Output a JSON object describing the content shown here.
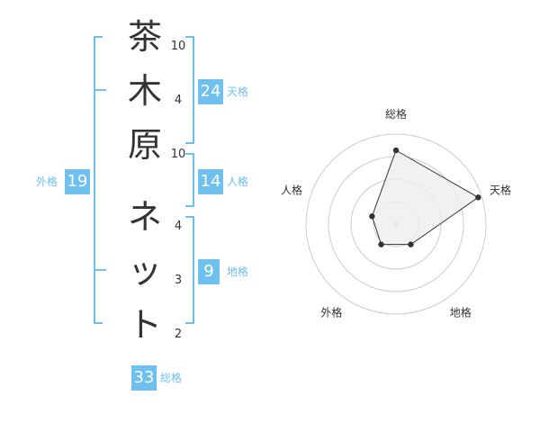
{
  "name": {
    "characters": [
      {
        "char": "茶",
        "strokes": "10"
      },
      {
        "char": "木",
        "strokes": "4"
      },
      {
        "char": "原",
        "strokes": "10"
      },
      {
        "char": "ネ",
        "strokes": "4"
      },
      {
        "char": "ッ",
        "strokes": "3"
      },
      {
        "char": "ト",
        "strokes": "2"
      }
    ]
  },
  "fortune": {
    "tenkaku": {
      "value": "24",
      "label": "天格"
    },
    "jinkaku": {
      "value": "14",
      "label": "人格"
    },
    "chikaku": {
      "value": "9",
      "label": "地格"
    },
    "gaikaku": {
      "value": "19",
      "label": "外格"
    },
    "soukaku": {
      "value": "33",
      "label": "総格"
    }
  },
  "chart_data": {
    "type": "radar",
    "axes": [
      "総格",
      "天格",
      "地格",
      "外格",
      "人格"
    ],
    "values": [
      0.82,
      0.96,
      0.28,
      0.28,
      0.28
    ],
    "rings": 4
  },
  "colors": {
    "accent": "#6ec1ee",
    "text": "#333333",
    "ring": "#cccccc",
    "fill": "#eeeeee"
  }
}
